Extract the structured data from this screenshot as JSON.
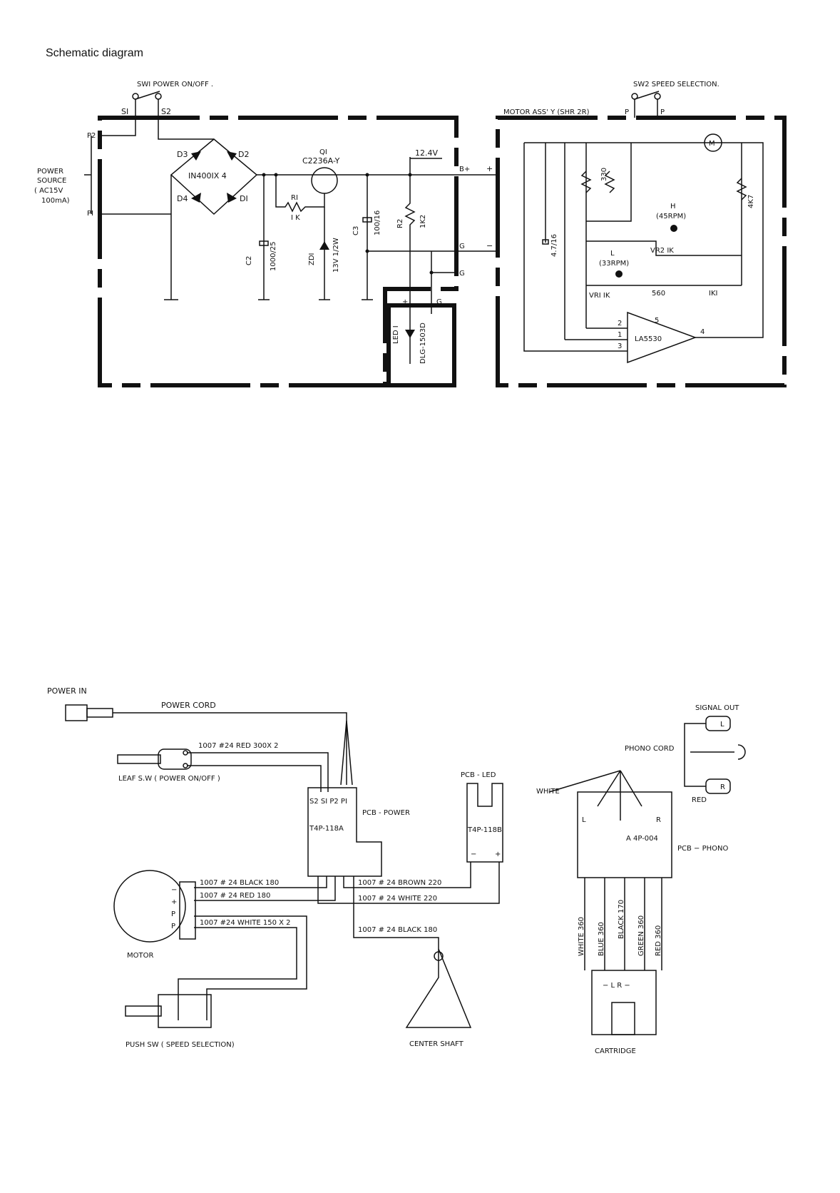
{
  "page": {
    "title": "Schematic diagram"
  },
  "schematic": {
    "sw1": "SWI   POWER  ON/OFF .",
    "sw2": "SW2   SPEED  SELECTION.",
    "s1": "SI",
    "s2": "S2",
    "p2": "P2",
    "p1": "PI",
    "power_source": [
      "POWER",
      "SOURCE",
      "( AC15V",
      "100mA)"
    ],
    "d3": "D3",
    "d2": "D2",
    "d4": "D4",
    "d1": "DI",
    "bridge": "IN400IX 4",
    "q1": "QI",
    "q1_part": "C2236A-Y",
    "r1": "RI",
    "r1_val": "I K",
    "c2": "C2",
    "c2_val": "1000/25",
    "zd1": "ZDI",
    "zd1_val": "13V 1/2W",
    "c3": "C3",
    "c3_val": "100/16",
    "r2": "R2",
    "r2_val": "1K2",
    "v124": "12.4V",
    "bplus": "B+",
    "plus": "+",
    "g": "G",
    "minus": "−",
    "led1": "LED I",
    "led_part": "DLG-1503D",
    "motor_assy": "MOTOR  ASS' Y  (SHR  2R)",
    "p": "P",
    "m": "M",
    "r330": "330",
    "c416": "4.7/16",
    "r4k7": "4K7",
    "h": "H",
    "h_rpm": "(45RPM)",
    "vr2": "VR2  IK",
    "l": "L",
    "l_rpm": "(33RPM)",
    "vr1": "VRI  IK",
    "r560": "560",
    "r1k1": "IKI",
    "ic": "LA5530",
    "pin1": "1",
    "pin2": "2",
    "pin3": "3",
    "pin4": "4",
    "pin5": "5"
  },
  "wiring": {
    "power_in": "POWER  IN",
    "power_cord": "POWER   CORD",
    "leaf_wire": "1007  #24  RED  300X 2",
    "leaf_sw": "LEAF S.W ( POWER   ON/OFF )",
    "pcb_power_pins": "S2 SI P2 PI",
    "pcb_power_part": "T4P-118A",
    "pcb_power": "PCB - POWER",
    "pcb_led": "PCB - LED",
    "pcb_led_part": "T4P-118B",
    "led_minus": "−",
    "led_plus": "+",
    "w_black180": "1007 # 24  BLACK 180",
    "w_red180": "1007 # 24  RED   180",
    "w_white150": "1007 #24 WHITE 150 X 2",
    "w_brown220": "1007  # 24  BROWN 220",
    "w_white220": "1007  # 24  WHITE 220",
    "w_black180b": "1007 # 24  BLACK 180",
    "motor_pins": [
      "−",
      "+",
      "P",
      "P"
    ],
    "motor": "MOTOR",
    "push_sw": "PUSH   SW   ( SPEED  SELECTION)",
    "center_shaft": "CENTER SHAFT",
    "signal_out": "SIGNAL  OUT",
    "phono_cord": "PHONO  CORD",
    "jack_l": "L",
    "jack_r": "R",
    "white": "WHITE",
    "red": "RED",
    "phono_l": "L",
    "phono_r": "R",
    "phono_part": "A 4P-004",
    "pcb_phono": "PCB − PHONO",
    "cart_wires": [
      "WHITE  360",
      "BLUE  360",
      "BLACK  170",
      "GREEN  360",
      "RED  360"
    ],
    "cart_pins": "−  L  R  −",
    "cartridge": "CARTRIDGE"
  }
}
